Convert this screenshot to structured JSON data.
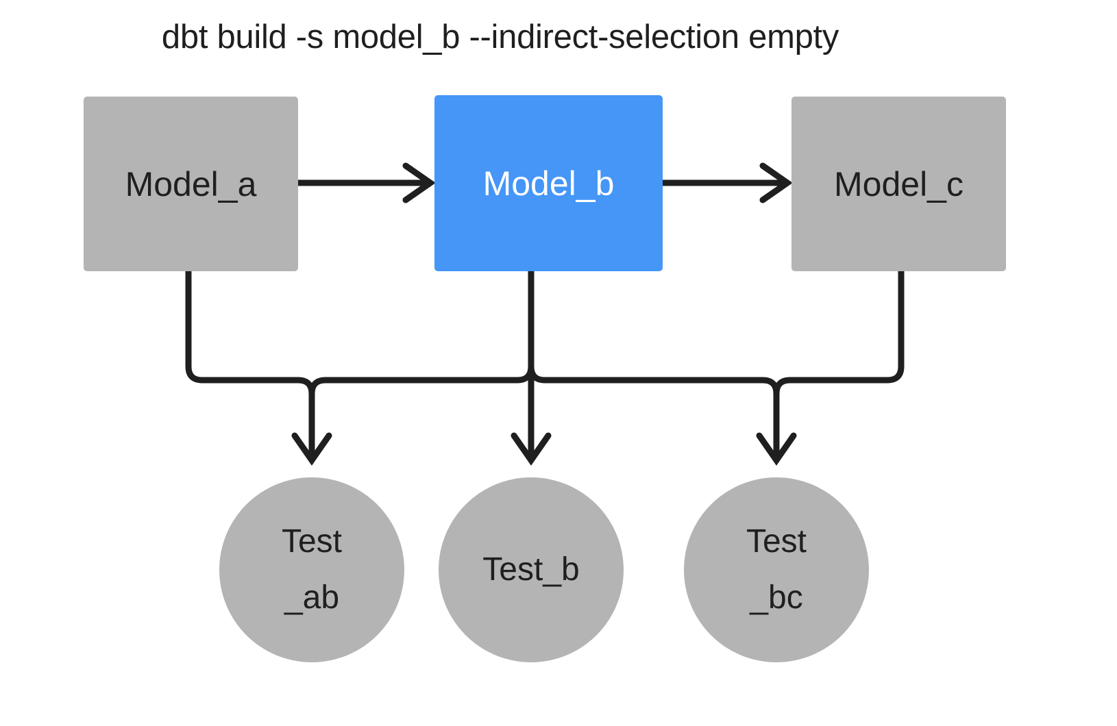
{
  "title": "dbt build -s model_b --indirect-selection empty",
  "colors": {
    "node_grey": "#b4b4b4",
    "node_selected_blue": "#4596f6",
    "edge_black": "#1f1f1f",
    "text_dark": "#1f1f1f",
    "text_light": "#ffffff",
    "canvas": "#ffffff"
  },
  "models": [
    {
      "id": "model_a",
      "label": "Model_a",
      "state": "unselected"
    },
    {
      "id": "model_b",
      "label": "Model_b",
      "state": "selected"
    },
    {
      "id": "model_c",
      "label": "Model_c",
      "state": "unselected"
    }
  ],
  "tests": [
    {
      "id": "test_ab",
      "line1": "Test",
      "line2": "_ab",
      "state": "unselected"
    },
    {
      "id": "test_b",
      "line1": "Test_b",
      "line2": "",
      "state": "unselected"
    },
    {
      "id": "test_bc",
      "line1": "Test",
      "line2": "_bc",
      "state": "unselected"
    }
  ],
  "edges": [
    {
      "from": "model_a",
      "to": "model_b",
      "style": "straight-right"
    },
    {
      "from": "model_b",
      "to": "model_c",
      "style": "straight-right"
    },
    {
      "from": "model_a",
      "to": "test_ab",
      "style": "elbow-down"
    },
    {
      "from": "model_b",
      "to": "test_ab",
      "style": "elbow-down"
    },
    {
      "from": "model_b",
      "to": "test_b",
      "style": "straight-down"
    },
    {
      "from": "model_b",
      "to": "test_bc",
      "style": "elbow-down"
    },
    {
      "from": "model_c",
      "to": "test_bc",
      "style": "elbow-down"
    }
  ]
}
